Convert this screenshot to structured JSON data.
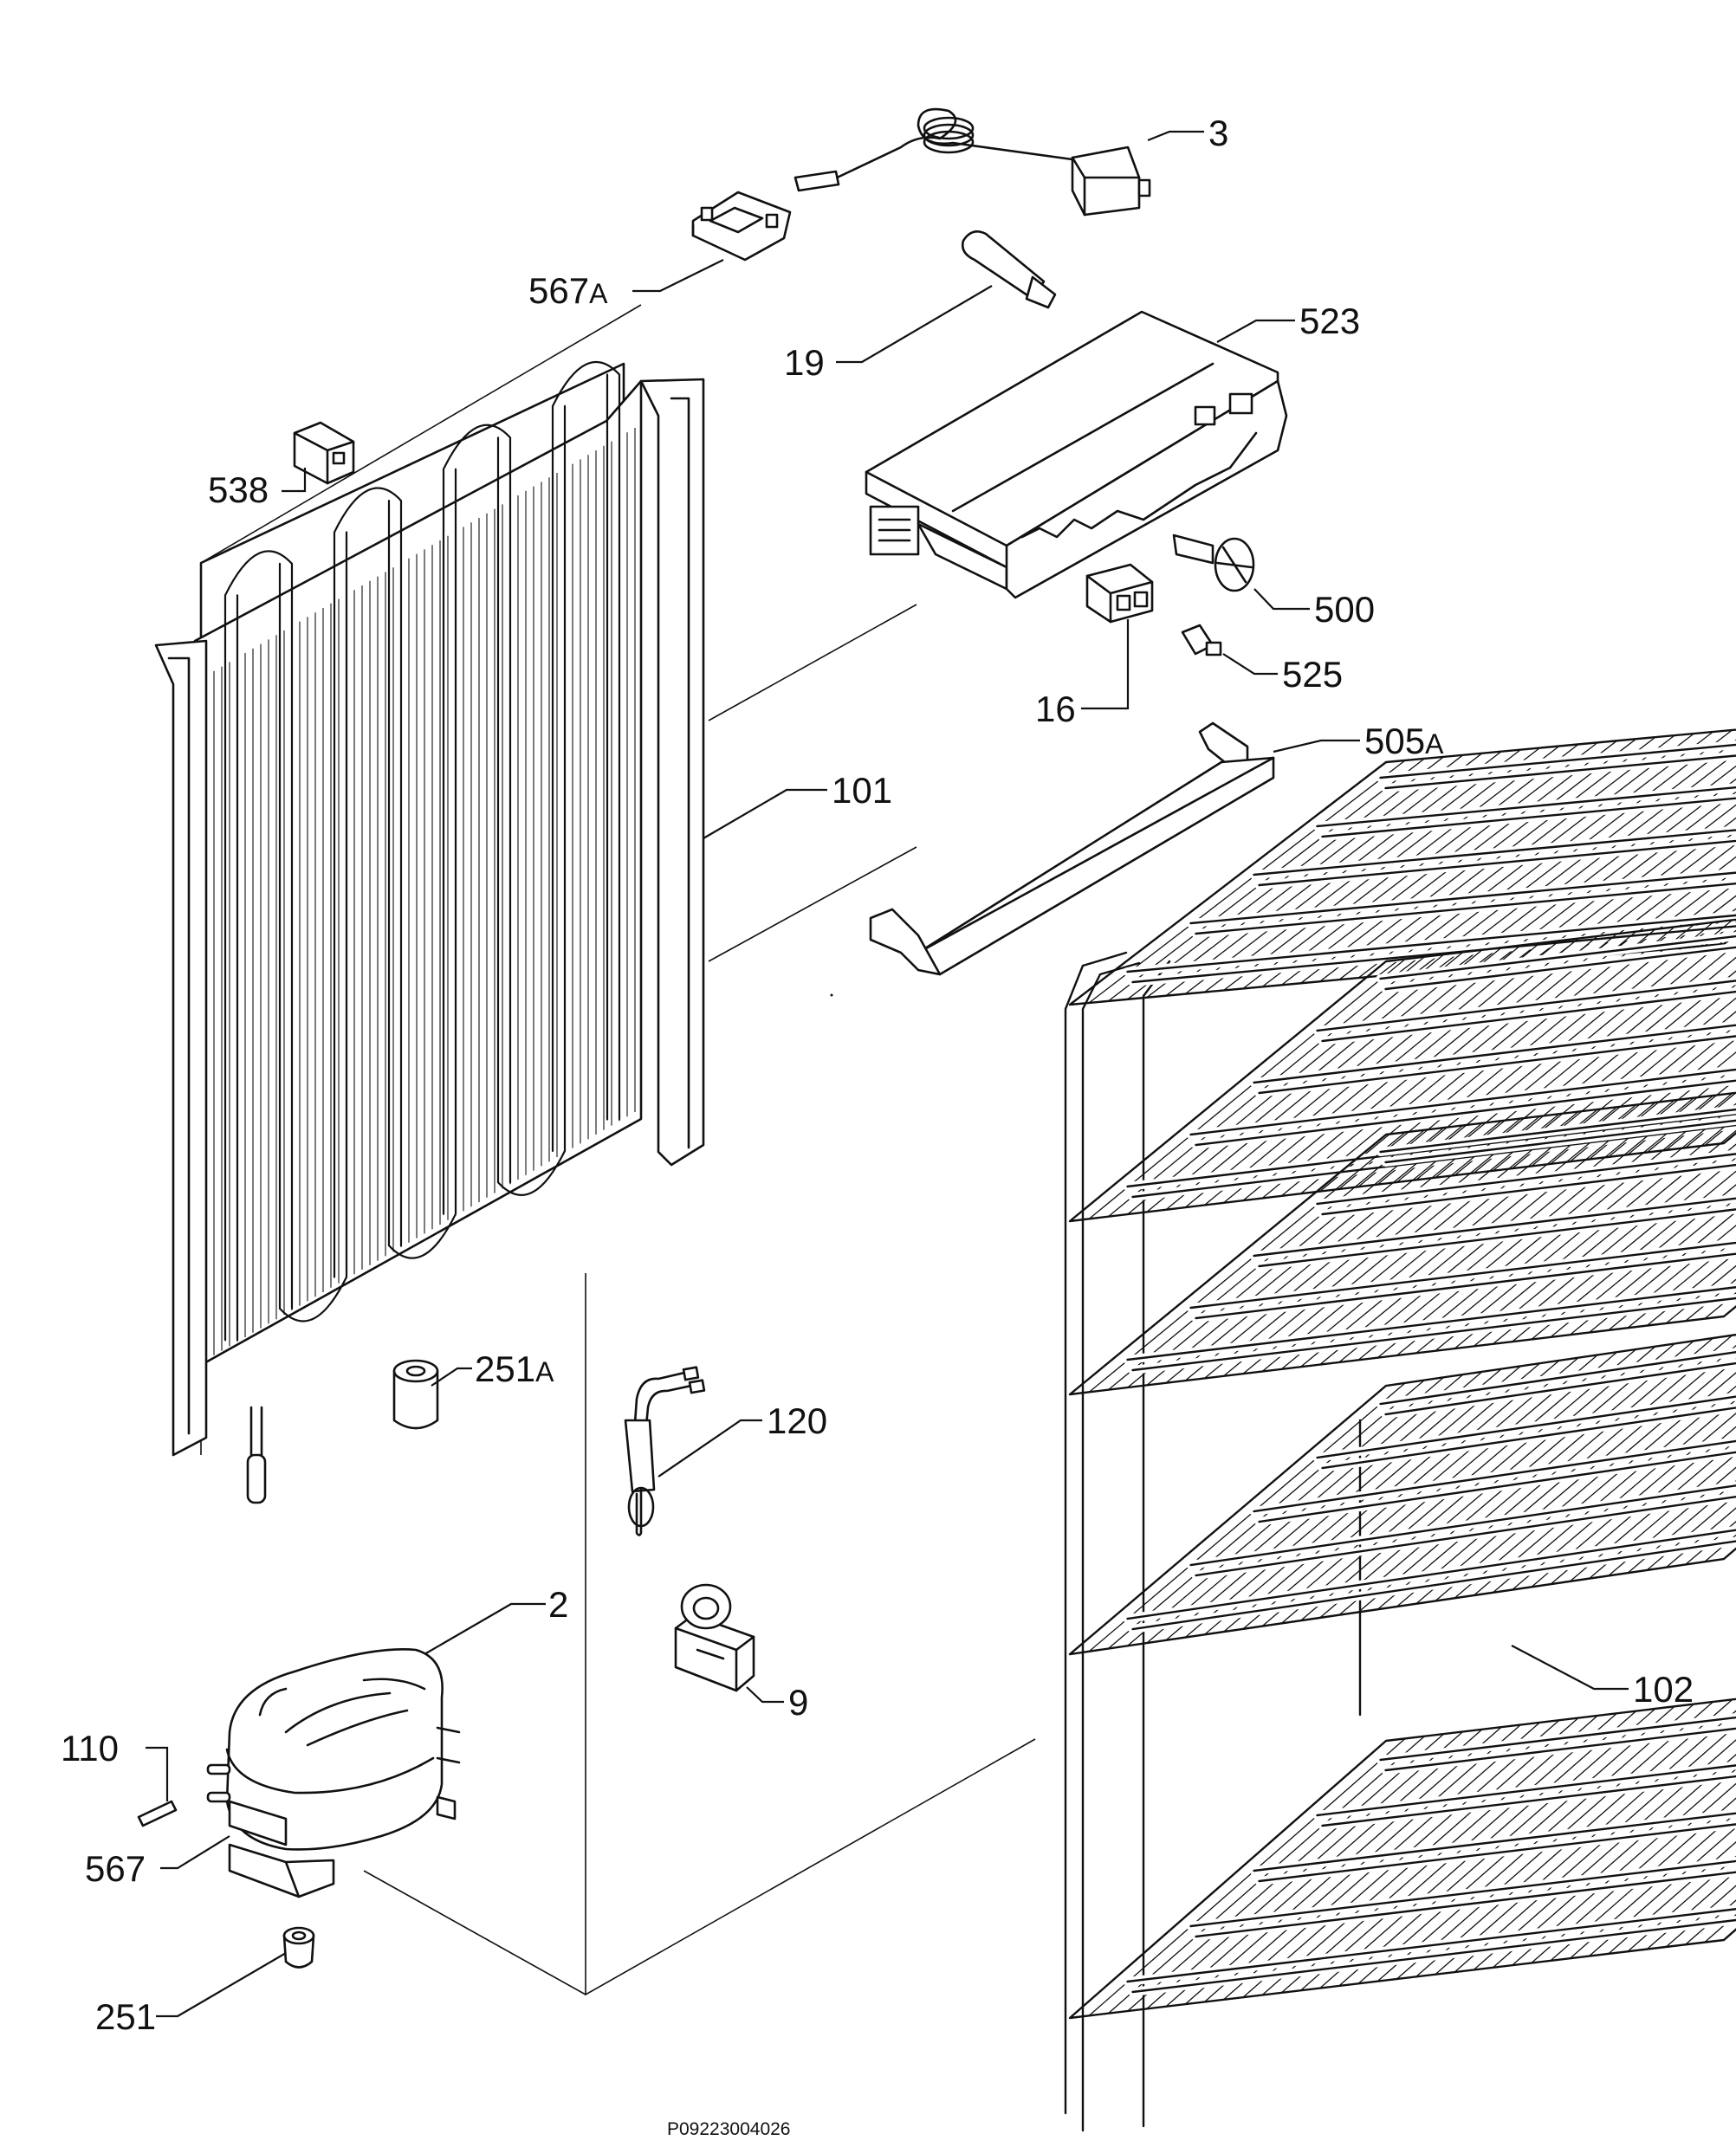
{
  "callouts": [
    {
      "id": "3",
      "num": "3",
      "sfx": ""
    },
    {
      "id": "567A",
      "num": "567",
      "sfx": "A"
    },
    {
      "id": "19",
      "num": "19",
      "sfx": ""
    },
    {
      "id": "523",
      "num": "523",
      "sfx": ""
    },
    {
      "id": "538",
      "num": "538",
      "sfx": ""
    },
    {
      "id": "500",
      "num": "500",
      "sfx": ""
    },
    {
      "id": "525",
      "num": "525",
      "sfx": ""
    },
    {
      "id": "16",
      "num": "16",
      "sfx": ""
    },
    {
      "id": "505A",
      "num": "505",
      "sfx": "A"
    },
    {
      "id": "101",
      "num": "101",
      "sfx": ""
    },
    {
      "id": "251A",
      "num": "251",
      "sfx": "A"
    },
    {
      "id": "120",
      "num": "120",
      "sfx": ""
    },
    {
      "id": "2",
      "num": "2",
      "sfx": ""
    },
    {
      "id": "9",
      "num": "9",
      "sfx": ""
    },
    {
      "id": "102",
      "num": "102",
      "sfx": ""
    },
    {
      "id": "110",
      "num": "110",
      "sfx": ""
    },
    {
      "id": "567",
      "num": "567",
      "sfx": ""
    },
    {
      "id": "251",
      "num": "251",
      "sfx": ""
    }
  ],
  "drawing_code": "P09223004026"
}
